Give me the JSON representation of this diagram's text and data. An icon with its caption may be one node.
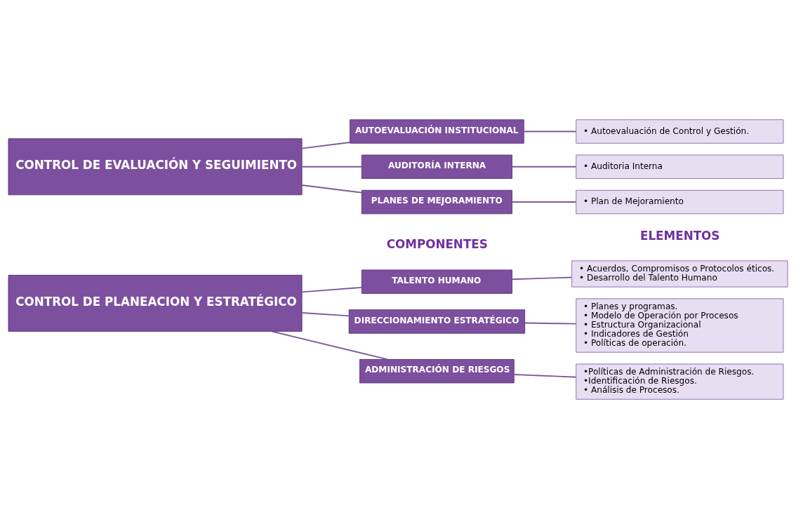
{
  "diagram": {
    "nodes": [
      {
        "text": [
          "CONTROL DE PLANEACION Y ESTRATÉGICO"
        ]
      },
      {
        "text": [
          "TALENTO HUMANO"
        ]
      },
      {
        "text": [
          "• Acuerdos, Compromisos o Protocolos éticos.",
          "• Desarrollo del Talento Humano"
        ]
      },
      {
        "text": [
          "DIRECCIONAMIENTO ESTRATÉGICO"
        ]
      },
      {
        "text": [
          "• Planes y programas.",
          "• Modelo de Operación por Procesos",
          "• Estructura Organizacional",
          "• Indicadores de Gestión",
          "• Políticas de operación."
        ]
      },
      {
        "text": [
          "ADMINISTRACIÓN DE RIESGOS"
        ]
      },
      {
        "text": [
          "•Políticas de Administración de Riesgos.",
          "•Identificación de Riesgos.",
          "• Análisis de Procesos."
        ]
      },
      {
        "text": [
          "CONTROL DE EVALUACIÓN Y SEGUIMIENTO"
        ]
      },
      {
        "text": [
          "AUTOEVALUACIÓN INSTITUCIONAL"
        ]
      },
      {
        "text": [
          "• Autoevaluación de Control y Gestión."
        ]
      },
      {
        "text": [
          "AUDITORÍA INTERNA"
        ]
      },
      {
        "text": [
          "• Auditoria Interna"
        ]
      },
      {
        "text": [
          "PLANES DE MEJORAMIENTO"
        ]
      },
      {
        "text": [
          "• Plan de Mejoramiento"
        ]
      }
    ],
    "edges": [
      {
        "from": 0,
        "to": 1,
        "arrow": "none"
      },
      {
        "from": 0,
        "to": 3,
        "arrow": "none"
      },
      {
        "from": 0,
        "to": 5,
        "arrow": "none"
      },
      {
        "from": 1,
        "to": 2,
        "arrow": "none"
      },
      {
        "from": 3,
        "to": 4,
        "arrow": "none"
      },
      {
        "from": 5,
        "to": 6,
        "arrow": "none"
      },
      {
        "from": 7,
        "to": 8,
        "arrow": "none"
      },
      {
        "from": 7,
        "to": 10,
        "arrow": "none"
      },
      {
        "from": 7,
        "to": 12,
        "arrow": "none"
      },
      {
        "from": 8,
        "to": 9,
        "arrow": "none"
      },
      {
        "from": 10,
        "to": 11,
        "arrow": "none"
      },
      {
        "from": 12,
        "to": 13,
        "arrow": "none"
      }
    ],
    "labels": [
      "COMPONENTES",
      "ELEMENTOS"
    ]
  }
}
